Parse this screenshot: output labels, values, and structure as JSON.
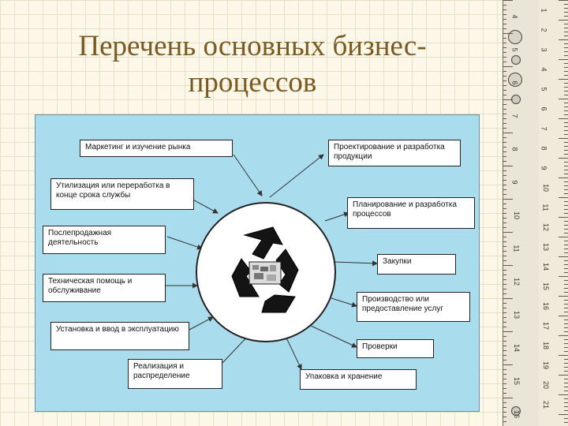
{
  "title": {
    "line1": "Перечень основных бизнес-",
    "line2": "процессов"
  },
  "ruler": {
    "left_numbers": [
      "4",
      "5",
      "6",
      "7",
      "8",
      "9",
      "10",
      "11",
      "12",
      "13",
      "14",
      "15",
      "16"
    ],
    "right_numbers": [
      "1",
      "2",
      "3",
      "4",
      "5",
      "6",
      "7",
      "8",
      "9",
      "10",
      "11",
      "12",
      "13",
      "14",
      "15",
      "16",
      "17",
      "18",
      "19",
      "20",
      "21"
    ]
  },
  "diagram": {
    "center_icon": "recycle-icon",
    "processes": [
      {
        "label": "Маркетинг и изучение рынка"
      },
      {
        "label": "Проектирование и разработка продукции"
      },
      {
        "label": "Утилизация или переработка в конце срока службы"
      },
      {
        "label": "Планирование и разработка процессов"
      },
      {
        "label": "Послепродажная деятельность"
      },
      {
        "label": "Закупки"
      },
      {
        "label": "Техническая помощь и обслуживание"
      },
      {
        "label": "Производство или предоставление услуг"
      },
      {
        "label": "Установка и ввод в эксплуатацию"
      },
      {
        "label": "Проверки"
      },
      {
        "label": "Реализация и распределение"
      },
      {
        "label": "Упаковка и хранение"
      }
    ]
  }
}
